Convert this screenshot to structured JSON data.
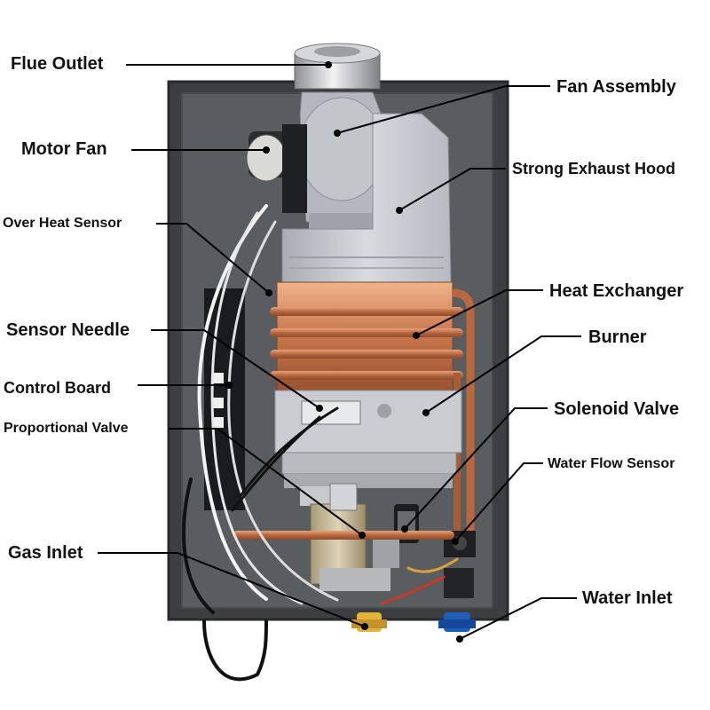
{
  "labels": {
    "flue_outlet": "Flue Outlet",
    "fan_assembly": "Fan Assembly",
    "motor_fan": "Motor Fan",
    "strong_exhaust_hood": "Strong Exhaust Hood",
    "over_heat_sensor": "Over Heat Sensor",
    "heat_exchanger": "Heat Exchanger",
    "sensor_needle": "Sensor Needle",
    "burner": "Burner",
    "control_board": "Control Board",
    "solenoid_valve": "Solenoid Valve",
    "proportional_valve": "Proportional Valve",
    "water_flow_sensor": "Water Flow Sensor",
    "gas_inlet": "Gas Inlet",
    "water_inlet": "Water Inlet"
  },
  "colors": {
    "cabinet": "#3c3e40",
    "hood": "#c7ccd1",
    "copper": "#c8754a",
    "leader": "#000000"
  }
}
